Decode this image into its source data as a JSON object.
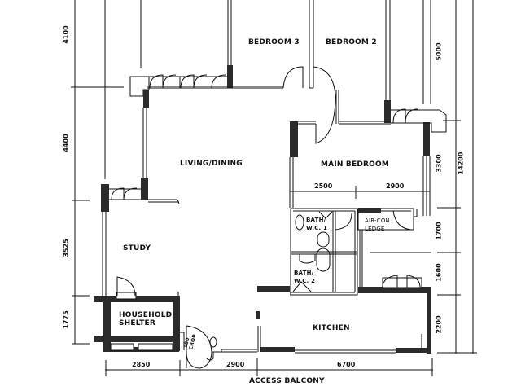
{
  "plan": {
    "rooms": {
      "bedroom3": "BEDROOM 3",
      "bedroom2": "BEDROOM 2",
      "living_dining": "LIVING/DINING",
      "main_bedroom": "MAIN BEDROOM",
      "study": "STUDY",
      "bath1_line1": "BATH/",
      "bath1_line2": "W.C. 1",
      "bath2_line1": "BATH/",
      "bath2_line2": "W.C. 2",
      "aircon_line1": "AIR-CON.",
      "aircon_line2": "LEDGE",
      "shelter_line1": "HOUSEHOLD",
      "shelter_line2": "SHELTER",
      "kitchen": "KITCHEN",
      "door_label_line1": "100",
      "door_label_line2": "CROP"
    },
    "access_label": "ACCESS BALCONY",
    "dimensions": {
      "left": [
        "4100",
        "4400",
        "3525",
        "1775"
      ],
      "right": [
        "5000",
        "3300",
        "1700",
        "1600",
        "2200"
      ],
      "right_total": "14200",
      "bottom": [
        "2850",
        "2900",
        "6700"
      ],
      "main_bedroom": [
        "2500",
        "2900"
      ]
    },
    "colors": {
      "line": "#111111",
      "wall_fill": "#2b2b2b",
      "background": "#ffffff"
    }
  }
}
